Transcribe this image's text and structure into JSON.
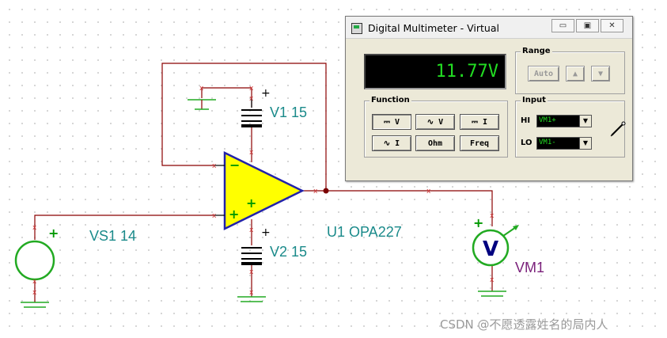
{
  "schematic": {
    "opamp": {
      "ref": "U1 OPA227"
    },
    "sources": {
      "v1": {
        "label": "V1 15"
      },
      "v2": {
        "label": "V2 15"
      },
      "vs1": {
        "label": "VS1 14"
      }
    },
    "voltmeter": {
      "symbol": "V",
      "label": "VM1"
    },
    "signs": {
      "plus": "+",
      "minus": "−"
    }
  },
  "multimeter": {
    "title": "Digital Multimeter - Virtual",
    "window_buttons": {
      "minimize": "▭",
      "restore": "▣",
      "close": "✕"
    },
    "reading": "11.77V",
    "range": {
      "label": "Range",
      "auto_label": "Auto",
      "up_icon": "▲",
      "down_icon": "▼"
    },
    "function": {
      "label": "Function",
      "buttons": [
        "⎓ V",
        "∿ V",
        "⎓ I",
        "∿ I",
        "Ohm",
        "Freq"
      ],
      "selected": "⎓ V"
    },
    "input": {
      "label": "Input",
      "hi_label": "HI",
      "hi_value": "VM1+",
      "lo_label": "LO",
      "lo_value": "VM1-"
    }
  },
  "watermark": "CSDN @不愿透露姓名的局内人",
  "colors": {
    "wire": "#8b0000",
    "opamp_fill": "#ffff00",
    "label": "#1a8a8a",
    "display_text": "#22dd22"
  }
}
